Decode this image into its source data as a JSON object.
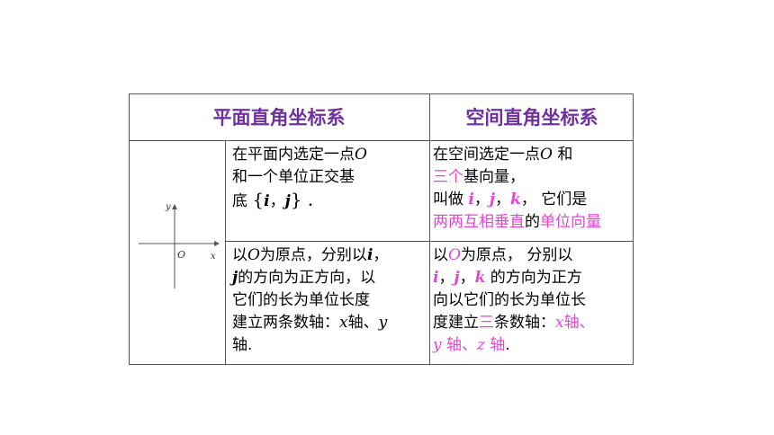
{
  "header": {
    "plane": "平面直角坐标系",
    "space": "空间直角坐标系"
  },
  "diagram": {
    "x_label": "x",
    "y_label": "y",
    "origin_label": "O"
  },
  "plane_basis": {
    "t1": "在平面内选定一点",
    "o": "O",
    "t2": "和一个单位正交基",
    "t3": "底",
    "lbrace": "{",
    "i": "i",
    "comma": "，",
    "j": "j",
    "rbrace": "}",
    "period": "．"
  },
  "space_basis": {
    "t1": "在空间选定一点",
    "o": "O",
    "t2": "和",
    "t3": "三个",
    "t4": "基向量，",
    "t5": "叫做",
    "i": "i",
    "c1": "，",
    "j": "j",
    "c2": "，",
    "k": "k",
    "t6": "，  它们是",
    "t7": "两两互相垂直",
    "t8": "的",
    "t9": "单位向量"
  },
  "plane_axes": {
    "t1": "以",
    "o": "O",
    "t2": "为原点，分别以",
    "i": "i",
    "c1": "，",
    "j": "j",
    "t3": "的方向为正方向，以",
    "t4": "它们的长为单位长度",
    "t5": "建立两条数轴：",
    "x": "x",
    "t6": "轴、",
    "y": "y",
    "t7": "轴."
  },
  "space_axes": {
    "t1": "以",
    "o": "O",
    "t2": "为原点，   分别以",
    "i": "i",
    "c1": "，",
    "j": "j",
    "c2": "，",
    "k": "k",
    "t3": " 的方向为正方",
    "t4": "向",
    "t5": "以它们的长为单位长",
    "t6": "度建立",
    "t7": "三",
    "t8": "条数轴：",
    "x": "x",
    "t9": "轴、",
    "y": "y",
    "t10": " 轴、",
    "z": "z",
    "t11": " 轴",
    "t12": "."
  }
}
